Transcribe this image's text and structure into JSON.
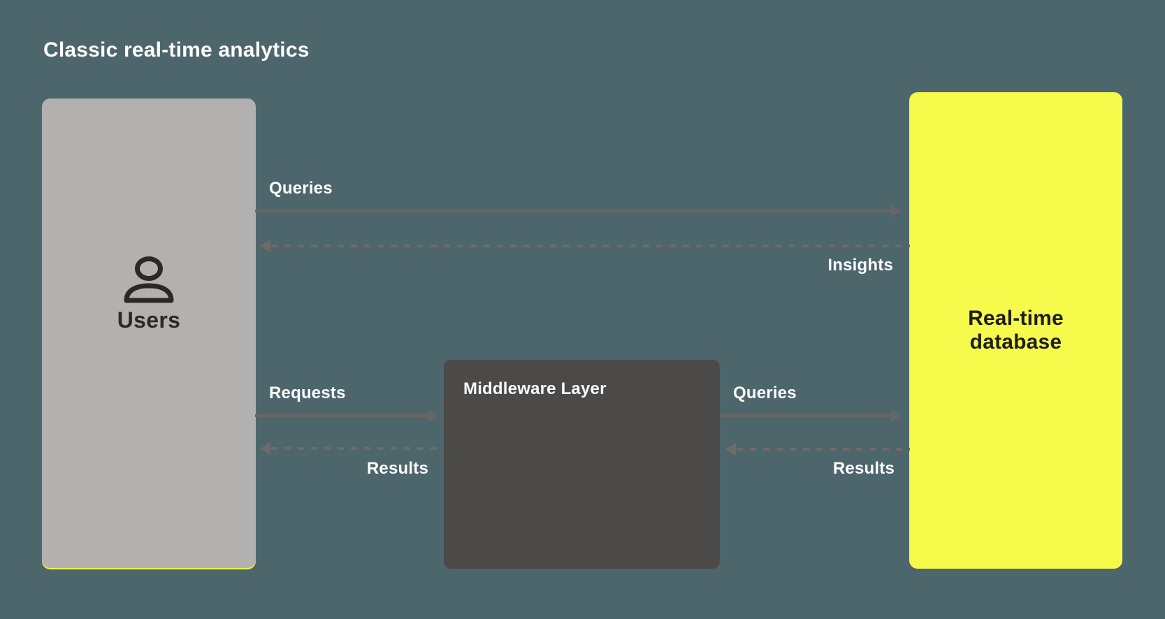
{
  "title": "Classic real-time analytics",
  "colors": {
    "background": "#4d666c",
    "users_box": "#b2b1b0",
    "middleware_box": "#4c4949",
    "database_box": "#f5fa4b",
    "arrow_solid": "#686664",
    "arrow_dashed": "#716a67",
    "label_text": "#fcfcfc",
    "dark_text": "#2b2927",
    "accent_underline": "#eef34a"
  },
  "nodes": {
    "users": {
      "label": "Users",
      "icon": "person-icon"
    },
    "middleware": {
      "label": "Middleware Layer"
    },
    "database": {
      "label_line1": "Real-time",
      "label_line2": "database"
    }
  },
  "arrows": [
    {
      "label": "Queries",
      "from": "users",
      "to": "database",
      "style": "solid"
    },
    {
      "label": "Insights",
      "from": "database",
      "to": "users",
      "style": "dashed"
    },
    {
      "label": "Requests",
      "from": "users",
      "to": "middleware",
      "style": "solid"
    },
    {
      "label": "Results",
      "from": "middleware",
      "to": "users",
      "style": "dashed"
    },
    {
      "label": "Queries",
      "from": "middleware",
      "to": "database",
      "style": "solid"
    },
    {
      "label": "Results",
      "from": "database",
      "to": "middleware",
      "style": "dashed"
    }
  ]
}
